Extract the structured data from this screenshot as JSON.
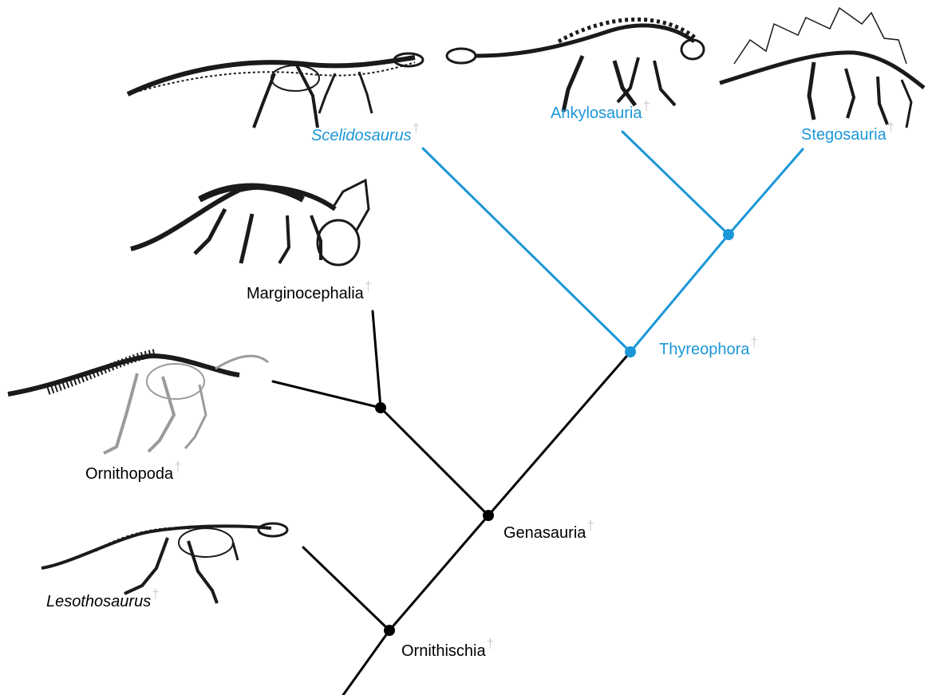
{
  "colors": {
    "base": "#000000",
    "thyreophora": "#1b97d8",
    "dagger": "#cfcfcf",
    "skeleton": "#1a1a1a",
    "skeleton_light": "#9a9a9a"
  },
  "dagger_symbol": "†",
  "taxa": {
    "scelidosaurus": {
      "name": "Scelidosaurus",
      "italic": true,
      "extinct": true,
      "group": "thyreophora"
    },
    "ankylosauria": {
      "name": "Ankylosauria",
      "italic": false,
      "extinct": true,
      "group": "thyreophora"
    },
    "stegosauria": {
      "name": "Stegosauria",
      "italic": false,
      "extinct": true,
      "group": "thyreophora"
    },
    "marginocephalia": {
      "name": "Marginocephalia",
      "italic": false,
      "extinct": true,
      "group": "base"
    },
    "ornithopoda": {
      "name": "Ornithopoda",
      "italic": false,
      "extinct": true,
      "group": "base"
    },
    "lesothosaurus": {
      "name": "Lesothosaurus",
      "italic": true,
      "extinct": true,
      "group": "base"
    }
  },
  "clades": {
    "thyreophora": {
      "name": "Thyreophora",
      "extinct": true,
      "group": "thyreophora"
    },
    "genasauria": {
      "name": "Genasauria",
      "extinct": true,
      "group": "base"
    },
    "ornithischia": {
      "name": "Ornithischia",
      "extinct": true,
      "group": "base"
    }
  },
  "skeletons": [
    "scelidosaurus",
    "ankylosaur",
    "stegosaur",
    "ceratopsian",
    "hadrosaur",
    "lesothosaurus"
  ]
}
